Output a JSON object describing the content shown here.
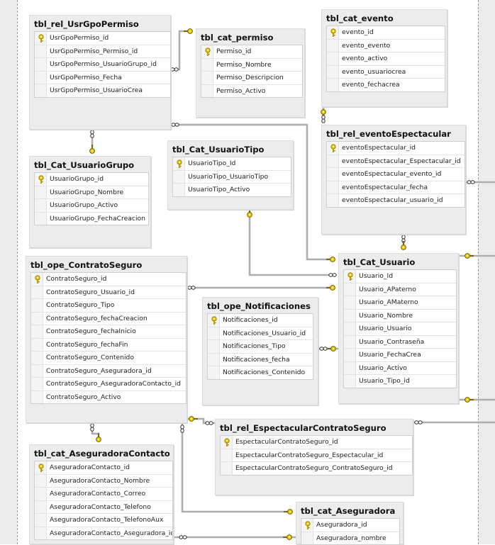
{
  "diagram": {
    "tables": [
      {
        "id": "tbl_rel_UsrGpoPermiso",
        "name": "tbl_rel_UsrGpoPermiso",
        "columns": [
          "UsrGpoPermiso_id",
          "UsrGpoPermiso_Permiso_id",
          "UsrGpoPermiso_UsuarioGrupo_id",
          "UsrGpoPermiso_Fecha",
          "UsrGpoPermiso_UsuarioCrea"
        ],
        "pk": 0
      },
      {
        "id": "tbl_cat_permiso",
        "name": "tbl_cat_permiso",
        "columns": [
          "Permiso_id",
          "Permiso_Nombre",
          "Permiso_Descripcion",
          "Permiso_Activo"
        ],
        "pk": 0
      },
      {
        "id": "tbl_cat_evento",
        "name": "tbl_cat_evento",
        "columns": [
          "evento_id",
          "evento_evento",
          "evento_activo",
          "evento_usuariocrea",
          "evento_fechacrea"
        ],
        "pk": 0
      },
      {
        "id": "tbl_Cat_UsuarioTipo",
        "name": "tbl_Cat_UsuarioTipo",
        "columns": [
          "UsuarioTipo_Id",
          "UsuarioTipo_UsuarioTipo",
          "UsuarioTipo_Activo"
        ],
        "pk": 0
      },
      {
        "id": "tbl_Cat_UsuarioGrupo",
        "name": "tbl_Cat_UsuarioGrupo",
        "columns": [
          "UsuarioGrupo_id",
          "UsuarioGrupo_Nombre",
          "UsuarioGrupo_Activo",
          "UsuarioGrupo_FechaCreacion"
        ],
        "pk": 0
      },
      {
        "id": "tbl_rel_eventoEspectacular",
        "name": "tbl_rel_eventoEspectacular",
        "columns": [
          "eventoEspectacular_id",
          "eventoEspectacular_Espectacular_id",
          "eventoEspectacular_evento_id",
          "eventoEspectacular_fecha",
          "eventoEspectacular_usuario_id"
        ],
        "pk": 0
      },
      {
        "id": "tbl_ope_ContratoSeguro",
        "name": "tbl_ope_ContratoSeguro",
        "columns": [
          "ContratoSeguro_id",
          "ContratoSeguro_Usuario_id",
          "ContratoSeguro_Tipo",
          "ContratoSeguro_fechaCreacion",
          "ContratoSeguro_fechaInicio",
          "ContratoSeguro_fechaFin",
          "ContratoSeguro_Contenido",
          "ContratoSeguro_Aseguradora_id",
          "ContratoSeguro_AseguradoraContacto_id",
          "ContratoSeguro_Activo"
        ],
        "pk": 0
      },
      {
        "id": "tbl_Cat_Usuario",
        "name": "tbl_Cat_Usuario",
        "columns": [
          "Usuario_Id",
          "Usuario_APaterno",
          "Usuario_AMaterno",
          "Usuario_Nombre",
          "Usuario_Usuario",
          "Usuario_Contraseña",
          "Usuario_FechaCrea",
          "Usuario_Activo",
          "Usuario_Tipo_id"
        ],
        "pk": 0
      },
      {
        "id": "tbl_ope_Notificaciones",
        "name": "tbl_ope_Notificaciones",
        "columns": [
          "Notificaciones_id",
          "Notificaciones_Usuario_id",
          "Notificaciones_Tipo",
          "Notificaciones_fecha",
          "Notificaciones_Contenido"
        ],
        "pk": 0
      },
      {
        "id": "tbl_rel_EspectacularContratoSeguro",
        "name": "tbl_rel_EspectacularContratoSeguro",
        "columns": [
          "EspectacularContratoSeguro_id",
          "EspectacularContratoSeguro_Espectacular_id",
          "EspectacularContratoSeguro_ContratoSeguro_id"
        ],
        "pk": 0
      },
      {
        "id": "tbl_cat_AseguradoraContacto",
        "name": "tbl_cat_AseguradoraContacto",
        "columns": [
          "AseguradoraContacto_id",
          "AseguradoraContacto_Nombre",
          "AseguradoraContacto_Correo",
          "AseguradoraContacto_Telefono",
          "AseguradoraContacto_TelefonoAux",
          "AseguradoraContacto_Aseguradora_id"
        ],
        "pk": 0
      },
      {
        "id": "tbl_cat_Aseguradora",
        "name": "tbl_cat_Aseguradora",
        "columns": [
          "Aseguradora_id",
          "Aseguradora_nombre"
        ],
        "pk": 0
      }
    ],
    "colors": {
      "canvas": "#ffffff",
      "table_frame": "#ececec",
      "connector": "#8c8c8c",
      "key_icon": "#e8c800",
      "page_break": "#9a9a9a"
    }
  }
}
